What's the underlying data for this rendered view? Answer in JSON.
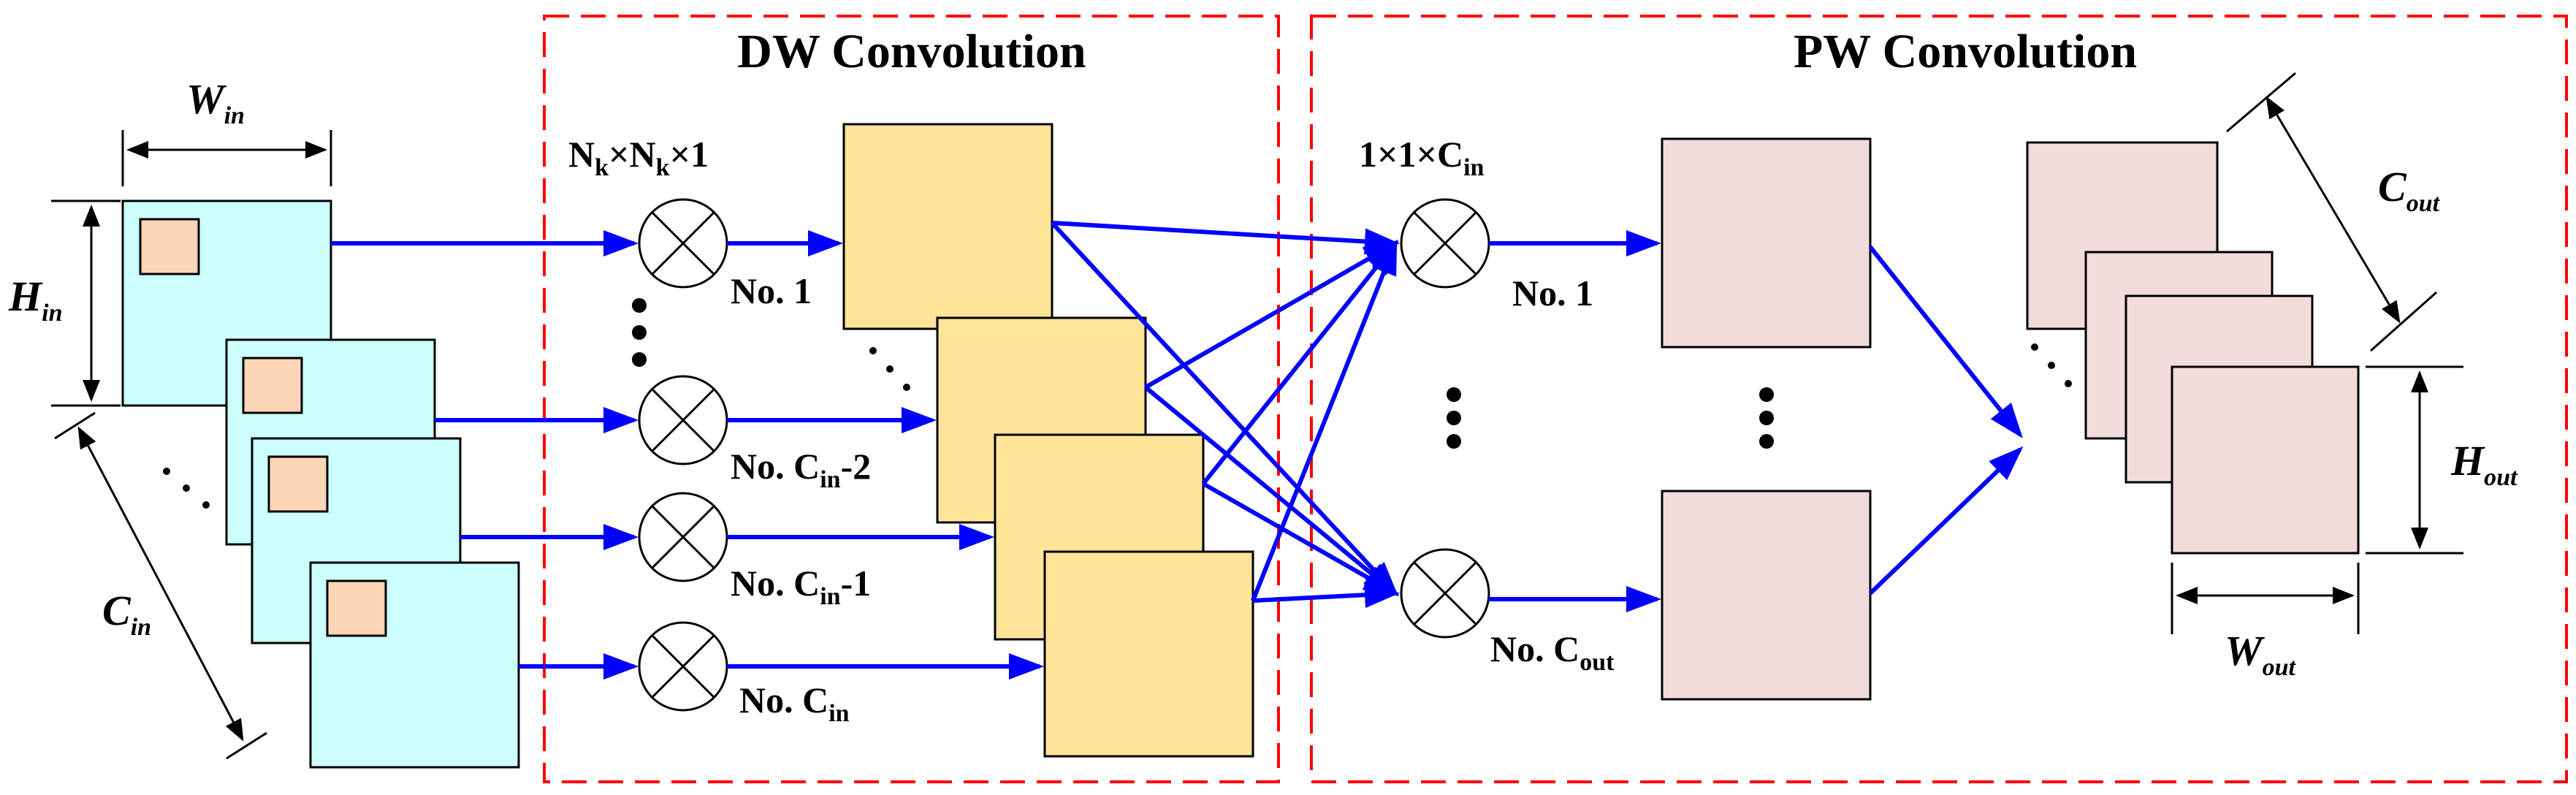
{
  "titles": {
    "dw": "DW Convolution",
    "pw": "PW Convolution"
  },
  "kernels": {
    "dw_base": "N",
    "dw_sub": "k",
    "dw_times": "×",
    "dw_one": "1",
    "pw_prefix": "1×1×C",
    "pw_sub": "in"
  },
  "dims": {
    "w_in": {
      "base": "W",
      "sub": "in"
    },
    "h_in": {
      "base": "H",
      "sub": "in"
    },
    "c_in": {
      "base": "C",
      "sub": "in"
    },
    "c_out": {
      "base": "C",
      "sub": "out"
    },
    "h_out": {
      "base": "H",
      "sub": "out"
    },
    "w_out": {
      "base": "W",
      "sub": "out"
    }
  },
  "dw_labels": {
    "no1": "No. 1",
    "cin2": {
      "pre": "No. C",
      "sub": "in",
      "post": "-2"
    },
    "cin1": {
      "pre": "No. C",
      "sub": "in",
      "post": "-1"
    },
    "cin": {
      "pre": "No. C",
      "sub": "in"
    }
  },
  "pw_labels": {
    "no1": "No. 1",
    "cout": {
      "pre": "No. C",
      "sub": "out"
    }
  },
  "colors": {
    "input_fill": "#ccffff",
    "patch_fill": "#fbd5b5",
    "dw_fill": "#ffe499",
    "pw_fill": "#f2dcdb",
    "arrow": "#0000ff",
    "dash_box": "#ff0000"
  }
}
